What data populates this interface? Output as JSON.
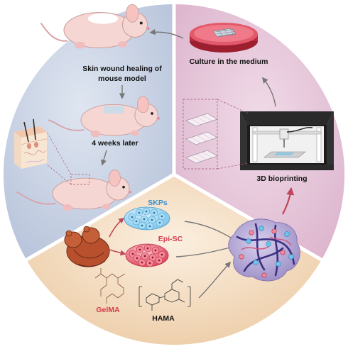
{
  "colors": {
    "sector_mouse": "#c9d3e4",
    "sector_print": "#e6c8dc",
    "sector_materials": "#f3dcc1",
    "divider": "#ffffff",
    "arrow_gray": "#777777",
    "arrow_red": "#c0475a",
    "label_blue": "#3b8fd0",
    "label_red": "#d23a4c",
    "label_black": "#111111"
  },
  "labels": {
    "culture": "Culture in the medium",
    "bioprinting": "3D bioprinting",
    "skin_wound": "Skin wound healing of",
    "mouse_model": "mouse model",
    "weeks_later": "4 weeks later",
    "skps": "SKPs",
    "episc": "Epi-SC",
    "gelma": "GelMA",
    "hama": "HAMA"
  },
  "icons": {
    "petri_dish": "petri-dish-icon",
    "bioprinter": "bioprinter-icon",
    "mouse": "mouse-icon",
    "skin_section": "skin-section-icon",
    "cell_cluster": "cell-cluster-icon",
    "scaffold": "hydrogel-scaffold-icon"
  }
}
